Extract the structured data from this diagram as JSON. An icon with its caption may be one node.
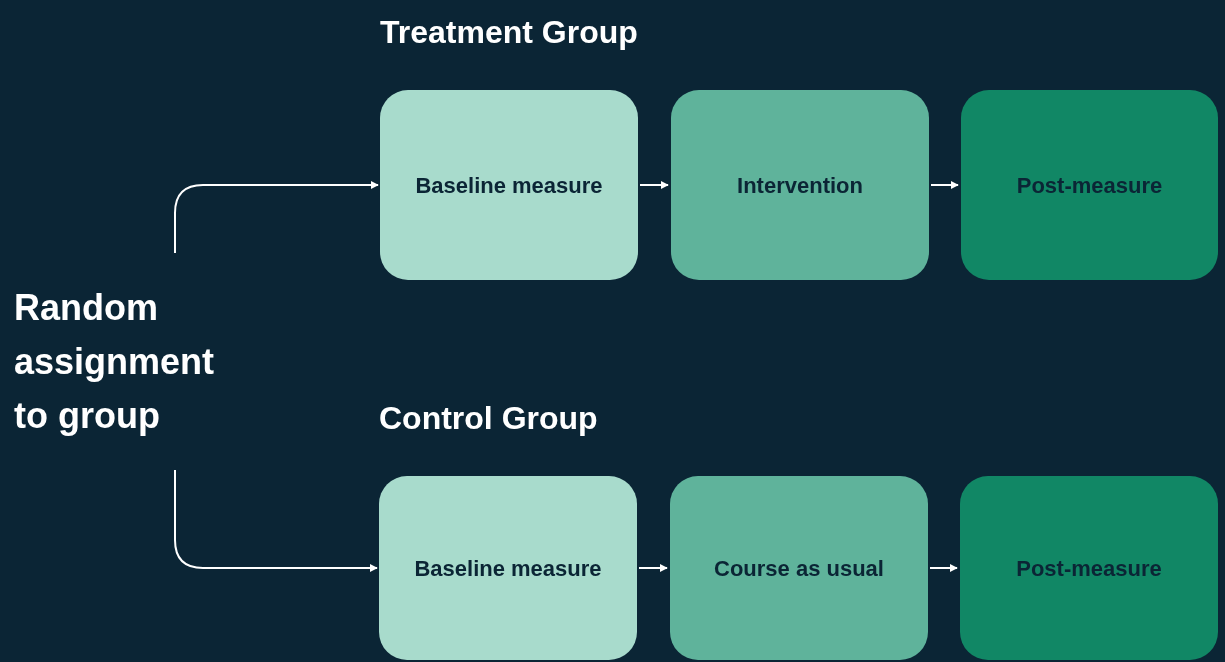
{
  "diagram": {
    "nodes": [
      {
        "text": [
          "Random assignment to group"
        ]
      },
      {
        "text": [
          "Baseline measure"
        ]
      },
      {
        "text": [
          "Intervention"
        ]
      },
      {
        "text": [
          "Post-measure"
        ]
      },
      {
        "text": [
          "Baseline measure"
        ]
      },
      {
        "text": [
          "Course as usual"
        ]
      },
      {
        "text": [
          "Post-measure"
        ]
      }
    ],
    "edges": [
      {
        "from": 0,
        "to": 1,
        "arrow": "to"
      },
      {
        "from": 1,
        "to": 2,
        "arrow": "to"
      },
      {
        "from": 2,
        "to": 3,
        "arrow": "to"
      },
      {
        "from": 0,
        "to": 4,
        "arrow": "to"
      },
      {
        "from": 4,
        "to": 5,
        "arrow": "to"
      },
      {
        "from": 5,
        "to": 6,
        "arrow": "to"
      }
    ],
    "labels": [
      "Treatment Group",
      "Control Group"
    ]
  }
}
